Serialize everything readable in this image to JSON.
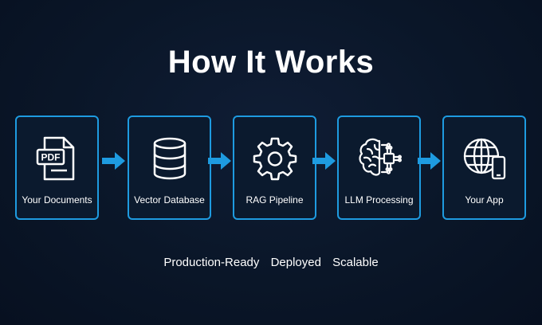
{
  "title": "How It Works",
  "steps": [
    {
      "label": "Your Documents",
      "icon": "pdf-document-icon",
      "icon_text": "PDF"
    },
    {
      "label": "Vector Database",
      "icon": "database-icon"
    },
    {
      "label": "RAG Pipeline",
      "icon": "gear-icon"
    },
    {
      "label": "LLM Processing",
      "icon": "brain-chip-icon"
    },
    {
      "label": "Your App",
      "icon": "globe-phone-icon"
    }
  ],
  "footer": {
    "items": [
      "Production-Ready",
      "Deployed",
      "Scalable"
    ]
  },
  "colors": {
    "background": "#0a1628",
    "box_border": "#1e9be0",
    "arrow": "#1e9be0",
    "text": "#ffffff"
  }
}
